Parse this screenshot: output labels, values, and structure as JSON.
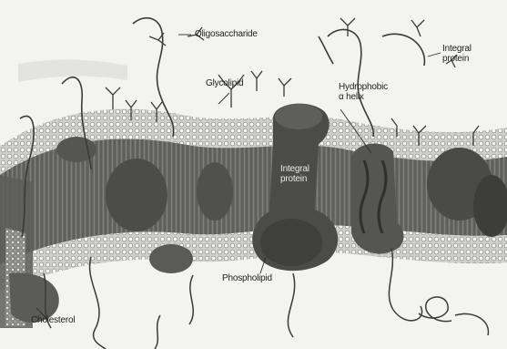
{
  "figure": {
    "background": "#f3f3f1",
    "ink": "#222222",
    "bilayer_color": "#6d6d6b",
    "head_color": "#dededb",
    "protein_color": "#4a4a48"
  },
  "labels": {
    "oligosaccharide": "Oligosaccharide",
    "integral_protein_top": "Integral protein",
    "glycolipid": "Glycolipid",
    "hydrophobic_helix": "Hydrophobic α helix",
    "integral_protein_mid": "Integral protein",
    "phospholipid": "Phospholipid",
    "cholesterol": "Cholesterol"
  }
}
